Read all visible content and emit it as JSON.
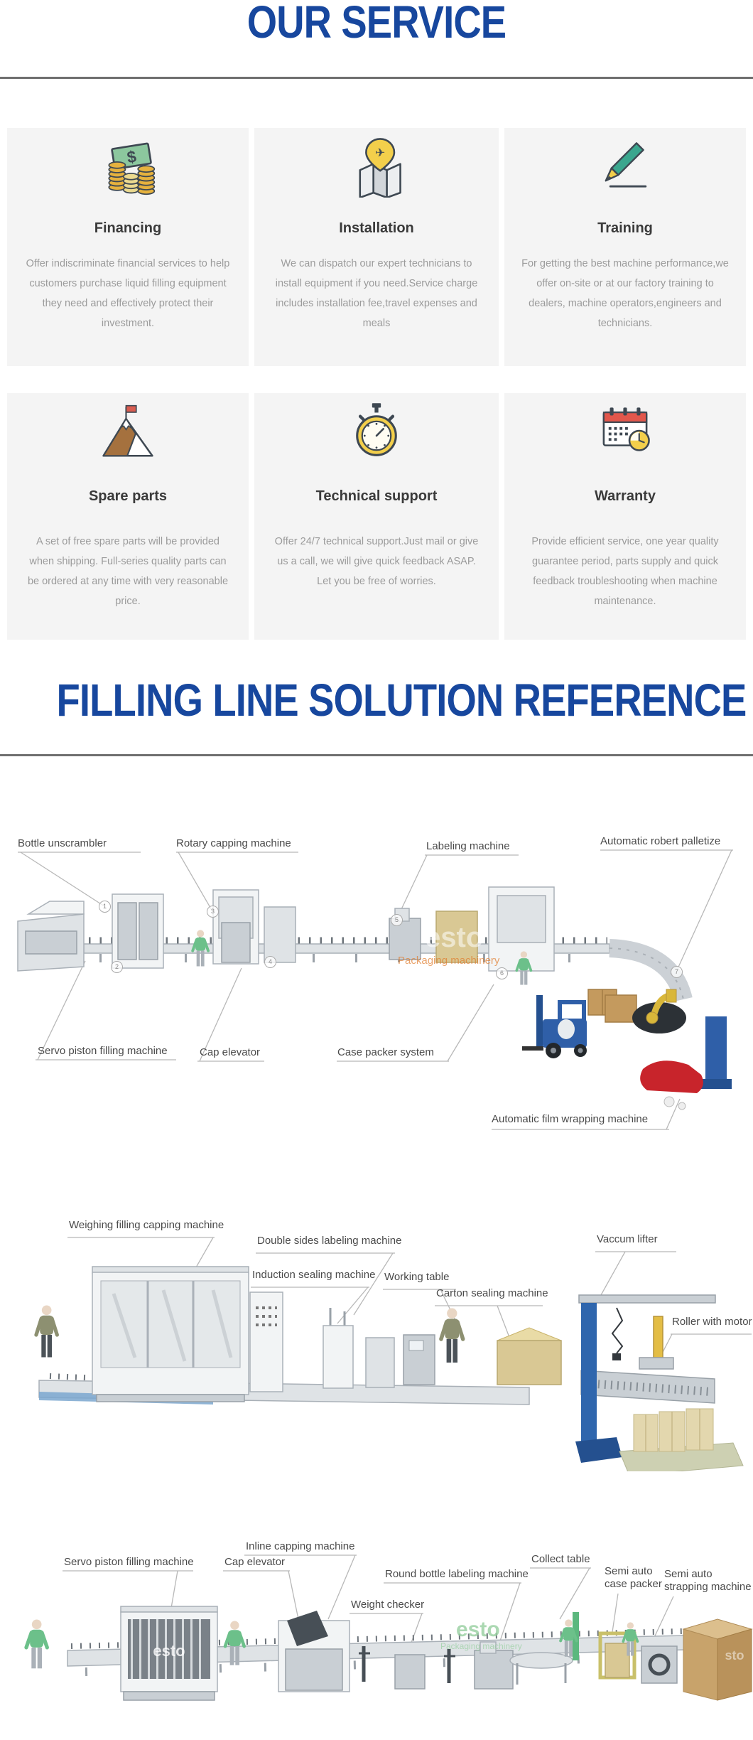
{
  "our_service": {
    "title": "OUR SERVICE",
    "cards": [
      {
        "title": "Financing",
        "icon": "money-icon",
        "description": "Offer indiscriminate financial services to help customers purchase liquid filling equipment they need and effectively protect their investment."
      },
      {
        "title": "Installation",
        "icon": "map-pin-icon",
        "description": "We can dispatch our expert technicians to install equipment if you need.Service charge includes installation fee,travel expenses and meals"
      },
      {
        "title": "Training",
        "icon": "pencil-icon",
        "description": "For getting the best machine performance,we offer on-site or at our factory training to dealers, machine operators,engineers and technicians."
      },
      {
        "title": "Spare parts",
        "icon": "mountain-flag-icon",
        "description": "A set of free spare parts will be provided when shipping. Full-series quality parts can be ordered at any time with very reasonable price."
      },
      {
        "title": "Technical support",
        "icon": "stopwatch-icon",
        "description": "Offer 24/7 technical support.Just mail or give us a call, we will give quick feedback ASAP. Let you be free of worries."
      },
      {
        "title": "Warranty",
        "icon": "calendar-clock-icon",
        "description": "Provide efficient service, one year quality guarantee period, parts supply and quick feedback troubleshooting when machine maintenance."
      }
    ]
  },
  "filling_line": {
    "title": "FILLING LINE SOLUTION REFERENCE",
    "watermark": {
      "brand": "esto",
      "tagline": "Packaging machinery"
    },
    "diagrams": [
      {
        "name": "automatic-filling-line",
        "labels": [
          "Bottle unscrambler",
          "Rotary capping machine",
          "Labeling machine",
          "Automatic robert palletize",
          "Servo piston filling machine",
          "Cap elevator",
          "Case packer system",
          "Automatic film wrapping machine"
        ],
        "callout_numbers": [
          "1",
          "2",
          "3",
          "4",
          "5",
          "6",
          "7"
        ]
      },
      {
        "name": "weighing-filling-line",
        "labels": [
          "Weighing filling capping machine",
          "Double sides labeling machine",
          "Induction sealing machine",
          "Working table",
          "Carton sealing machine",
          "Vaccum lifter",
          "Roller with motor"
        ]
      },
      {
        "name": "servo-filling-line",
        "labels": [
          "Servo piston filling machine",
          "Inline capping machine",
          "Cap elevator",
          "Round bottle labeling machine",
          "Weight checker",
          "Collect table",
          "Semi auto\ncase packer",
          "Semi auto\nstrapping machine"
        ]
      }
    ]
  },
  "colors": {
    "accent_blue": "#17479e",
    "card_background": "#f4f4f4",
    "divider_gray": "#6f6f6f",
    "card_title_text": "#3a3a3a",
    "card_body_text": "#9b9b9b",
    "diagram_label_text": "#4a4a4a"
  }
}
